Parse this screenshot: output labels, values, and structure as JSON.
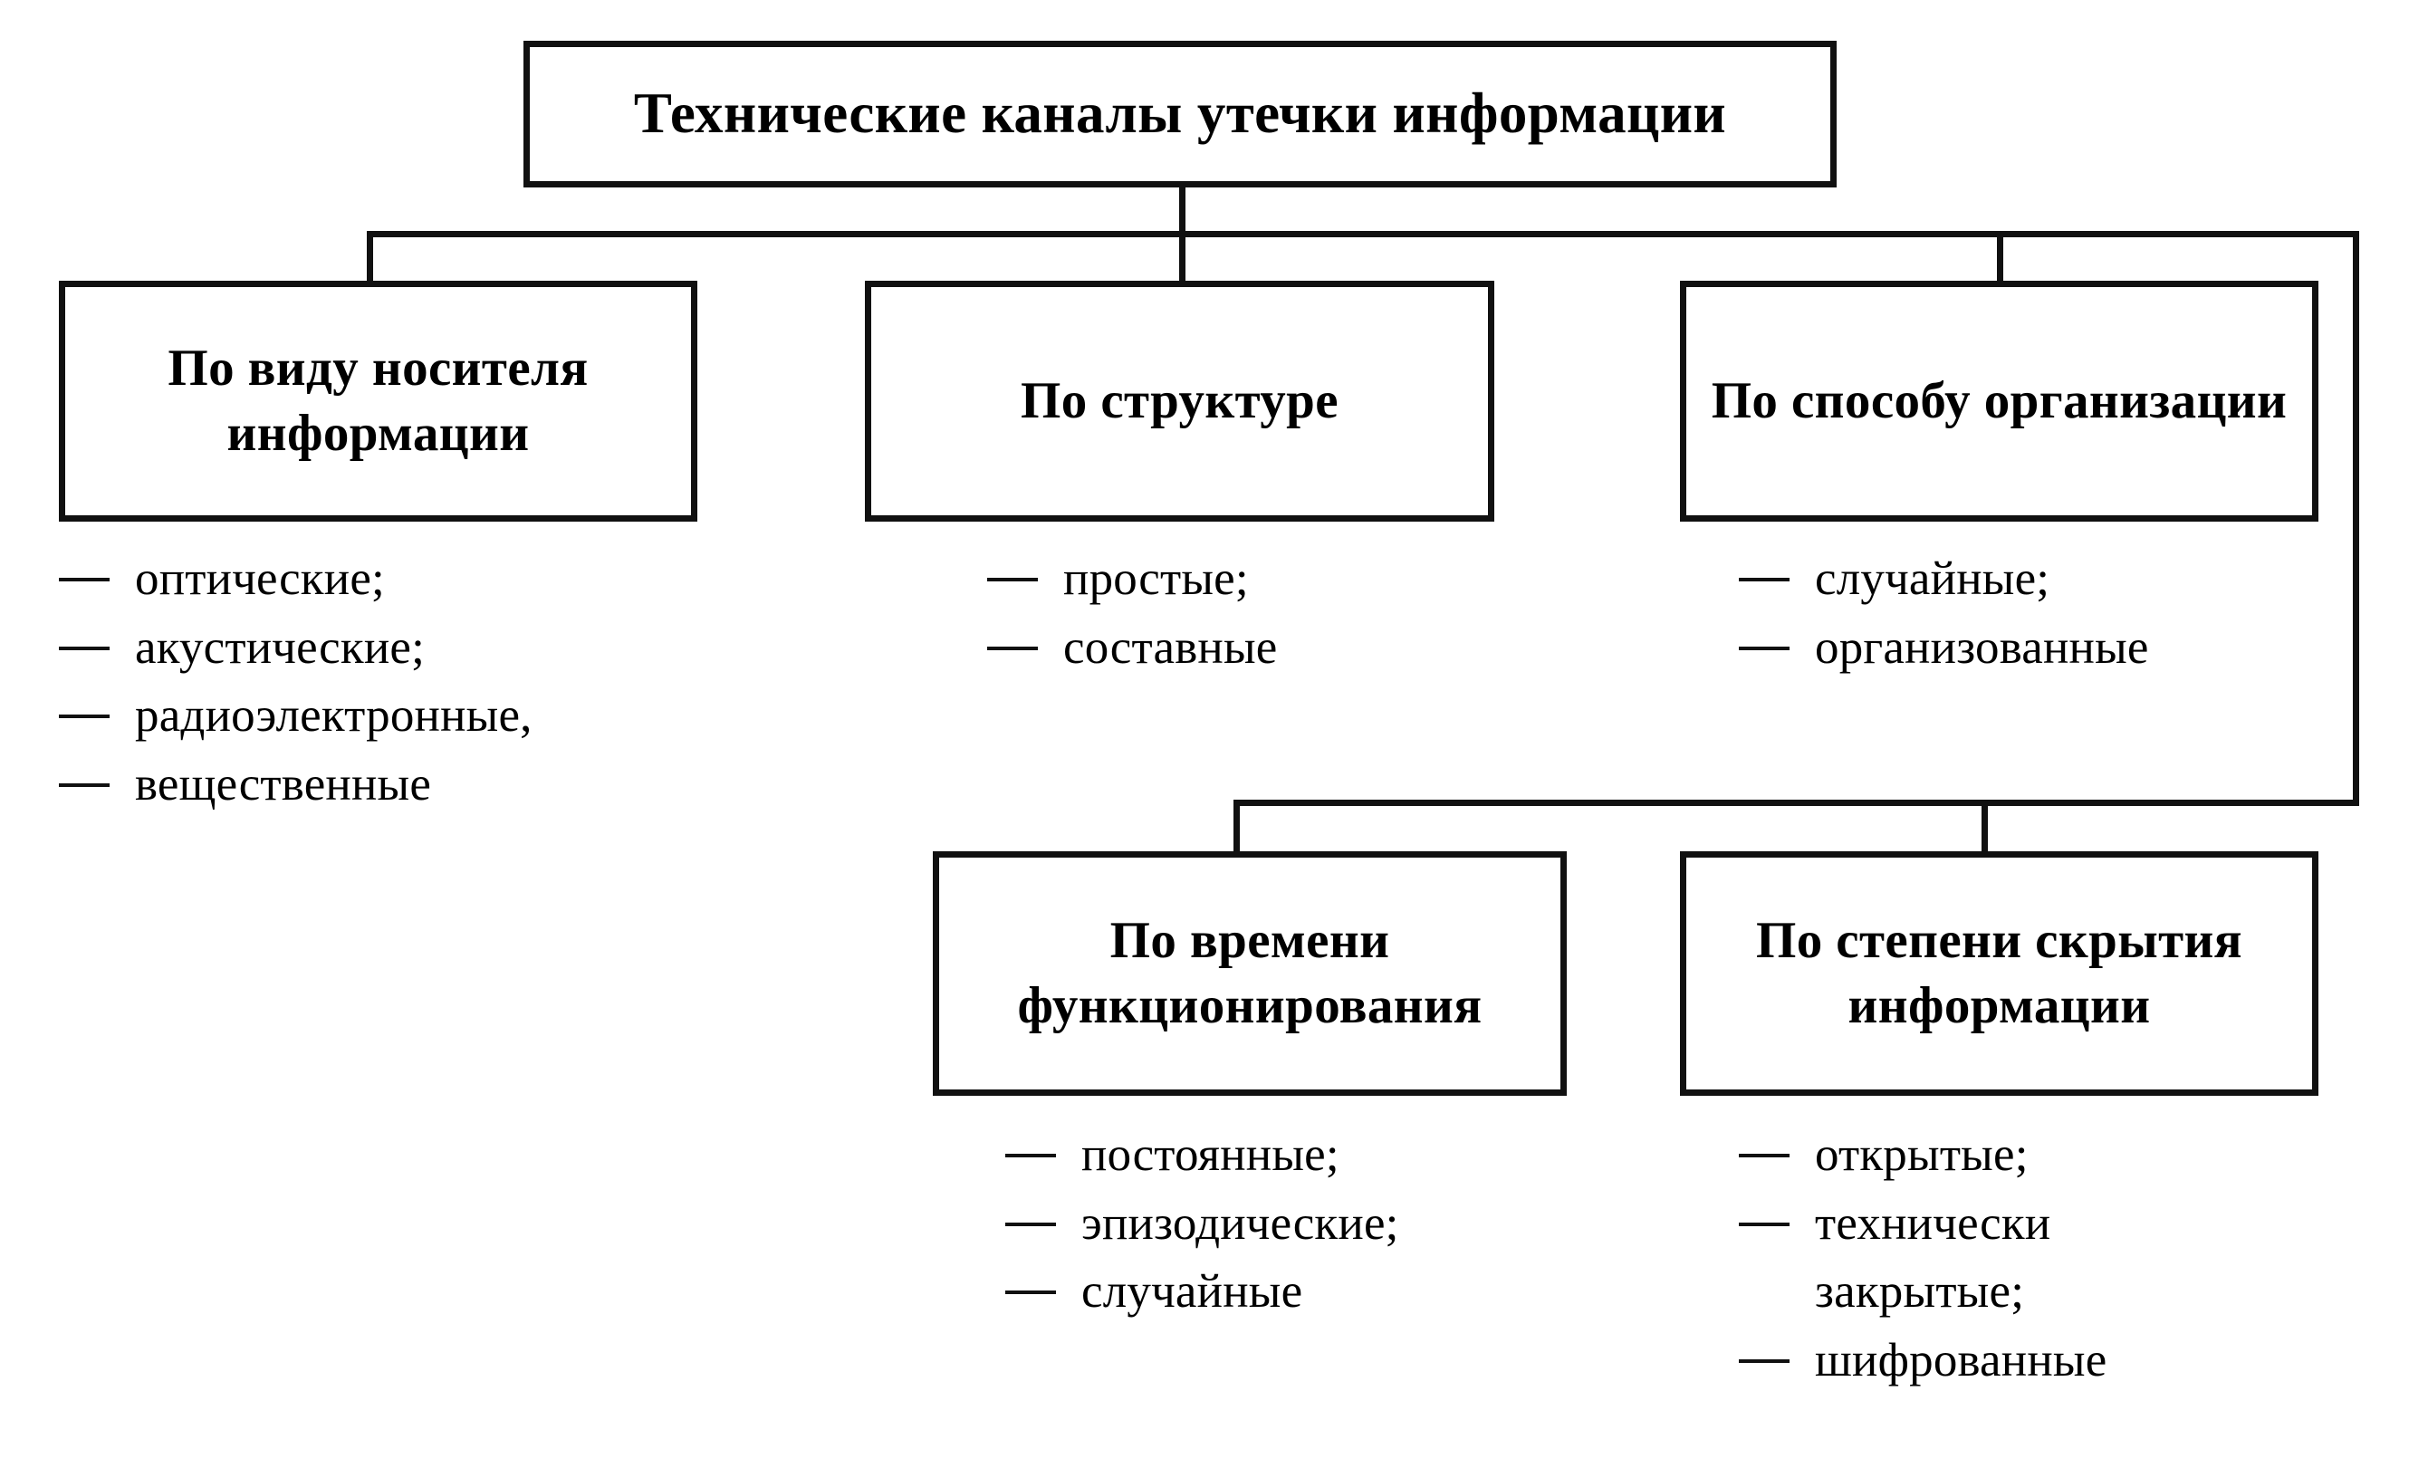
{
  "diagram": {
    "root": {
      "label": "Технические каналы утечки информации"
    },
    "branches": [
      {
        "id": "carrier",
        "label": "По виду носителя информации",
        "items": [
          "оптические;",
          "акустические;",
          "радиоэлектронные,",
          "вещественные"
        ]
      },
      {
        "id": "structure",
        "label": "По структуре",
        "items": [
          "простые;",
          "составные"
        ]
      },
      {
        "id": "organize",
        "label": "По способу организации",
        "items": [
          "случайные;",
          "организованные"
        ]
      },
      {
        "id": "time",
        "label": "По времени функционирования",
        "items": [
          "постоянные;",
          "эпизодические;",
          "случайные"
        ]
      },
      {
        "id": "secrecy",
        "label": "По степени скрытия информации",
        "items": [
          "открытые;",
          "технически",
          "закрытые;",
          "шифрованные"
        ]
      }
    ],
    "colors": {
      "line": "#111111",
      "background": "#ffffff",
      "text": "#000000"
    }
  }
}
